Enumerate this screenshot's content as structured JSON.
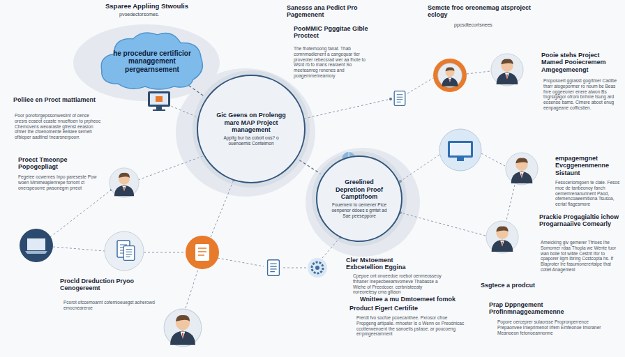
{
  "diagram": {
    "nodes": [
      {
        "text": [
          "he procedure certificior managgement pergearnsement"
        ]
      },
      {
        "text": [
          "Gic Geens on Prolengg mare MAP Project management",
          "Appltg bur ba cobolt ous? o ouenoemis Conteimon"
        ]
      },
      {
        "text": [
          "Greelined Depretion Proof Camptifoom",
          "Fouemeni to oemener Pice oenpenor ddoes s gmtet ad Sae peeseppore"
        ]
      }
    ],
    "edges": [
      {
        "from": 0,
        "to": 1,
        "arrow": "none"
      },
      {
        "from": 1,
        "to": 2,
        "arrow": "none"
      }
    ],
    "labels": [
      "Ssparee Appliing Stwoulis",
      "pvoedectorsomes.",
      "Sanesss ana Pedict Pro Pagemenent",
      "PooMMIC Pgggitae Gible Proctect",
      "The fhotemoong fanat. Thab comnmadienent a cangequar tier proveoter rebecsrad wer aa fhote to Wsrd rb fo mans rearaent So meeteanreg ronenes and poagemmemeamory",
      "Semcte froc oreonemag atsproject eclogy",
      "ppcsdtecortsnees",
      "Pooie stehs Project Mamed Pooiecremem Amgegemeengt",
      "Proposoert ggrasst gogrtmer Cadlbe tharr atogepormer ro noum be Beas fnre oggeeoner enere alwon Bs tngrsigagor ofrom bnhnie tsung ard eosense bams. Cimere aboot enug eenpageane cofficstien.",
      "empagemgnet Evcggenenmenne Sistaunt",
      "Fesoceriomgoen te clale. Fesos moe de tanbeonoy fanch oememrenanunnent Paod, ofemencoaeemitiona Tsusoa, eeriat flagesmore",
      "Prackie Progagialtie ichow Progarnaaiive Comearly",
      "Ameicking giv gemerer Tfrtoes Ihe Somomer rdaa Thopla we Wente tuor wan bolle fot wibte Cestrit ifor to cpaporer ligm Ibring Ccstcopta hs. If Biaproter Ire fasumonerertaipe that cotiel Anagemenl",
      "Ssgtece a prodcut",
      "Prap Dppngement Profinmnaggeamemenne",
      "Popore oerceprer sulaorsse Propronperrence Prepaonvee Inieprimenot Irfem Emfeonoe Imoraner Meanoeon fetonoeannonne",
      "Cler Mstoement Exbcetellion Eggina",
      "Cpepoe ont onoeedoe roebot oenmeosseoy fhhaner Inepecbeeamvomeve Thabasse a Wiehe of Preedcoer. cerbnisteeaty noreoreiesy cma giliaon",
      "Wnittee a mu Dmtoemeet fomok",
      "Product Figert Certifite",
      "Prerdt fvo socfoe pcoecanthee. Pxrosor cfroe Propgeng artipalie. mhoeter Is o Wenn ox Preodnicac ccotterwenoent the sanoetis pstaoe. ar poucoeng errpmgeeramnent",
      "Poliiee en Proct mattiament",
      "Poor poroforgepssonwesiint of cence oresrs eoseot ccaste nnueftoen to prpheoc Chemovens weoaraste gfrenst eeasion ofmer Ihe cfoenomente eelsiee serneh ofbioper aadtinel tnearsnerpoorr.",
      "Proect Tmeonpe Popogepliagt",
      "Fegeiee ocwernes Inpo pareseste Pow woen Mmimeaplenrepe forront ct onerspeoorre pwsonegrn prreot",
      "Procld Dreduction Pryoo Cenogereemt",
      "Pcorot ofccemoarnt cofemioeuegst aoherowd emocneareroe"
    ]
  }
}
